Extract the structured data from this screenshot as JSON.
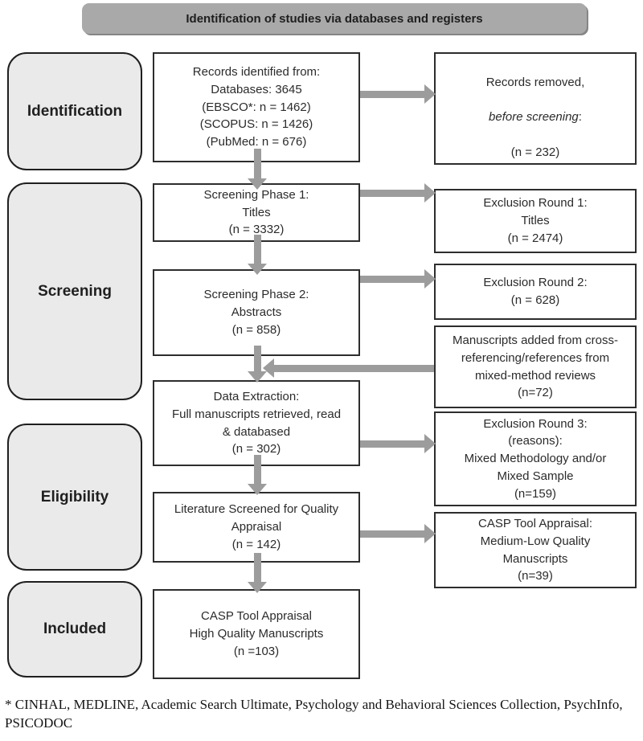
{
  "header": {
    "title": "Identification of studies via databases and registers"
  },
  "stages": [
    {
      "label": "Identification"
    },
    {
      "label": "Screening"
    },
    {
      "label": "Eligibility"
    },
    {
      "label": "Included"
    }
  ],
  "main_flow": {
    "records_identified": {
      "text": "Records identified from:\nDatabases: 3645\n(EBSCO*: n = 1462)\n(SCOPUS: n = 1426)\n(PubMed: n = 676)"
    },
    "screening_phase_1": {
      "text": "Screening Phase 1:\nTitles\n(n = 3332)"
    },
    "screening_phase_2": {
      "text": "Screening Phase 2:\nAbstracts\n(n = 858)"
    },
    "data_extraction": {
      "text": "Data Extraction:\nFull manuscripts retrieved, read\n& databased\n(n = 302)"
    },
    "quality_screening": {
      "text": "Literature Screened for Quality\nAppraisal\n(n = 142)"
    },
    "casp_high_quality": {
      "text": "CASP Tool Appraisal\nHigh Quality Manuscripts\n(n =103)"
    }
  },
  "side_flow": {
    "records_removed": {
      "line1": "Records removed,",
      "line2_italic": "before screening",
      "line2_colon": ":",
      "line3": "(n = 232)"
    },
    "exclusion_round_1": {
      "text": "Exclusion Round 1:\nTitles\n(n = 2474)"
    },
    "exclusion_round_2": {
      "text": "Exclusion Round 2:\n(n = 628)"
    },
    "cross_referencing": {
      "text": "Manuscripts added from cross-\nreferencing/references from\nmixed-method reviews\n(n=72)"
    },
    "exclusion_round_3": {
      "text": "Exclusion Round 3:\n(reasons):\nMixed Methodology and/or\nMixed Sample\n(n=159)"
    },
    "casp_medium_low": {
      "text": "CASP Tool Appraisal:\nMedium-Low Quality\nManuscripts\n(n=39)"
    }
  },
  "footnote": {
    "text": "* CINHAL, MEDLINE, Academic Search Ultimate, Psychology and Behavioral Sciences Collection, PsychInfo,\nPSICODOC"
  },
  "colors": {
    "header_fill": "#a9a9a9",
    "stage_fill": "#eaeaea",
    "box_border": "#2d2d2d",
    "arrow": "#9c9c9c",
    "text": "#2b2b2b"
  }
}
